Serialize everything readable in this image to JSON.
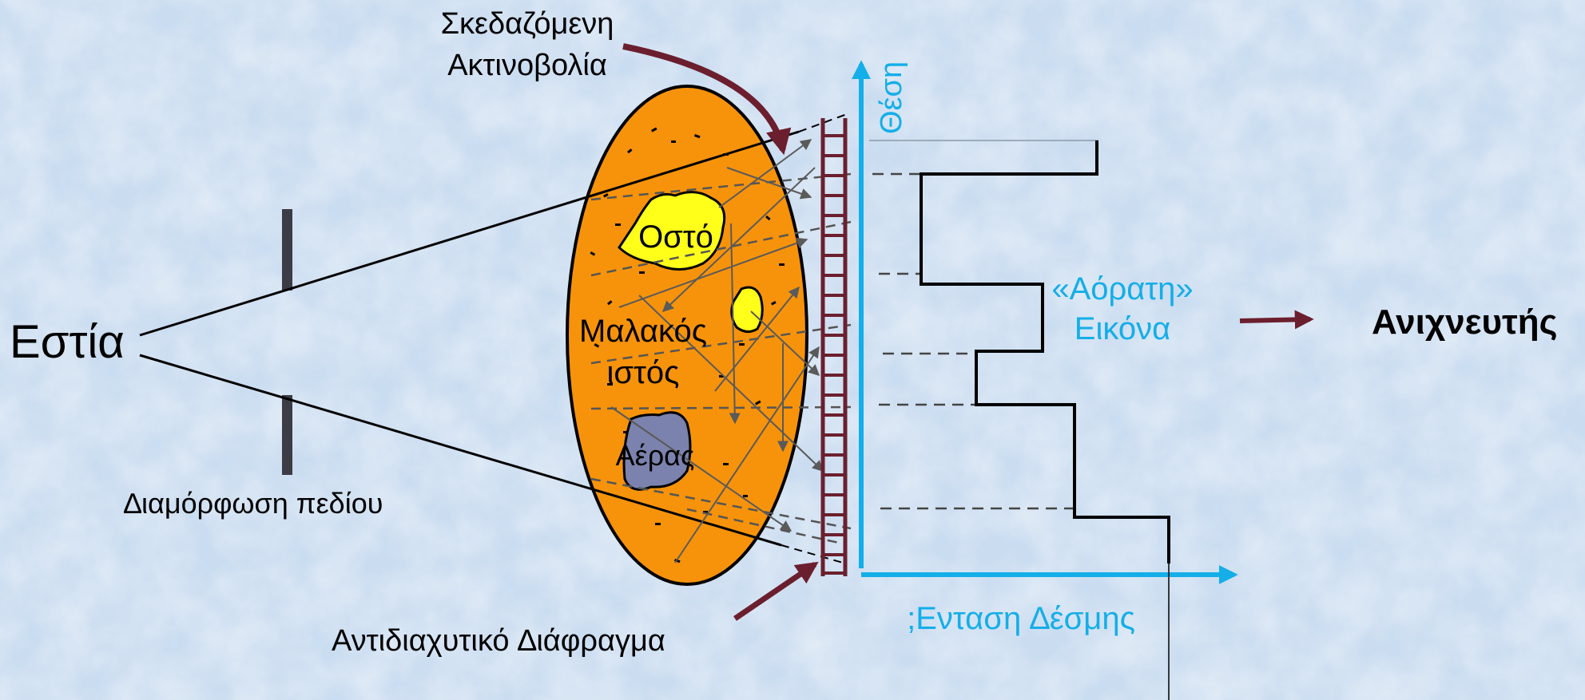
{
  "labels": {
    "scattered_line1": "Σκεδαζόμενη",
    "scattered_line2": "Ακτινοβολία",
    "position_axis": "Θέση",
    "focus": "Εστία",
    "field_shaping": "∆ιαμόρφωση πεδίου",
    "bone": "Οστό",
    "soft_tissue_line1": "Μαλακός",
    "soft_tissue_line2": "ιστός",
    "air": "Αέρας",
    "invisible_image_line1": "«Αόρατη»",
    "invisible_image_line2": "Εικόνα",
    "detector": "Ανιχνευτής",
    "beam_intensity_axis": ";Ενταση ∆έσμης",
    "grid": "Αντιδιαχυτικό ∆ιάφραγμα"
  },
  "colors": {
    "background": "#cfe0f2",
    "body": "#f7930a",
    "bone": "#ffff1a",
    "air": "#7b82ad",
    "grid": "#6b1f2e",
    "axis": "#14aee8",
    "arrow": "#6b1f2e",
    "ray": "#5a5a5a",
    "collimator": "#3c3c46"
  },
  "icons": {
    "scatter_arrow": "curved-arrow-icon",
    "grid_arrow": "diagonal-arrow-icon",
    "detector_arrow": "right-arrow-icon"
  }
}
